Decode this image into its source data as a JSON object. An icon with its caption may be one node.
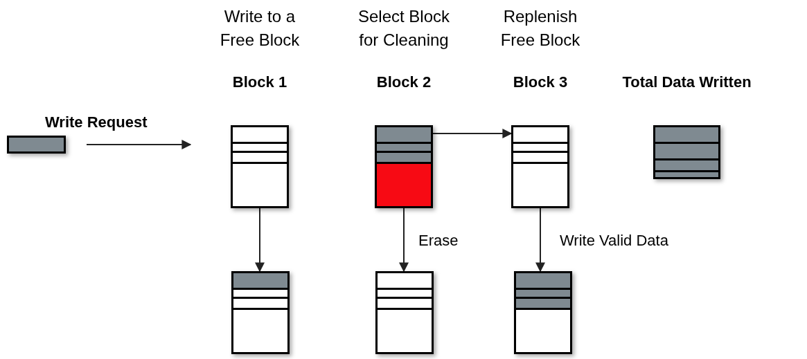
{
  "diagram": {
    "nodes": [
      {
        "text": [],
        "shape": "bar"
      },
      {
        "text": [
          "Write to a Free Block",
          "Block 1"
        ]
      },
      {
        "text": [
          "Select Block for Cleaning",
          "Block 2"
        ]
      },
      {
        "text": [
          "Replenish Free Block",
          "Block 3"
        ]
      },
      {
        "text": [
          "Total Data Written"
        ]
      },
      {
        "text": [],
        "shape": "box"
      },
      {
        "text": [],
        "shape": "box"
      },
      {
        "text": [],
        "shape": "box"
      }
    ],
    "edges": [
      {
        "from": 0,
        "to": 1,
        "arrow": "to",
        "label": "Write Request"
      },
      {
        "from": 2,
        "to": 3,
        "arrow": "to"
      },
      {
        "from": 1,
        "to": 5,
        "arrow": "to"
      },
      {
        "from": 2,
        "to": 6,
        "arrow": "to",
        "label": "Erase"
      },
      {
        "from": 3,
        "to": 7,
        "arrow": "to",
        "label": "Write Valid Data"
      }
    ]
  }
}
